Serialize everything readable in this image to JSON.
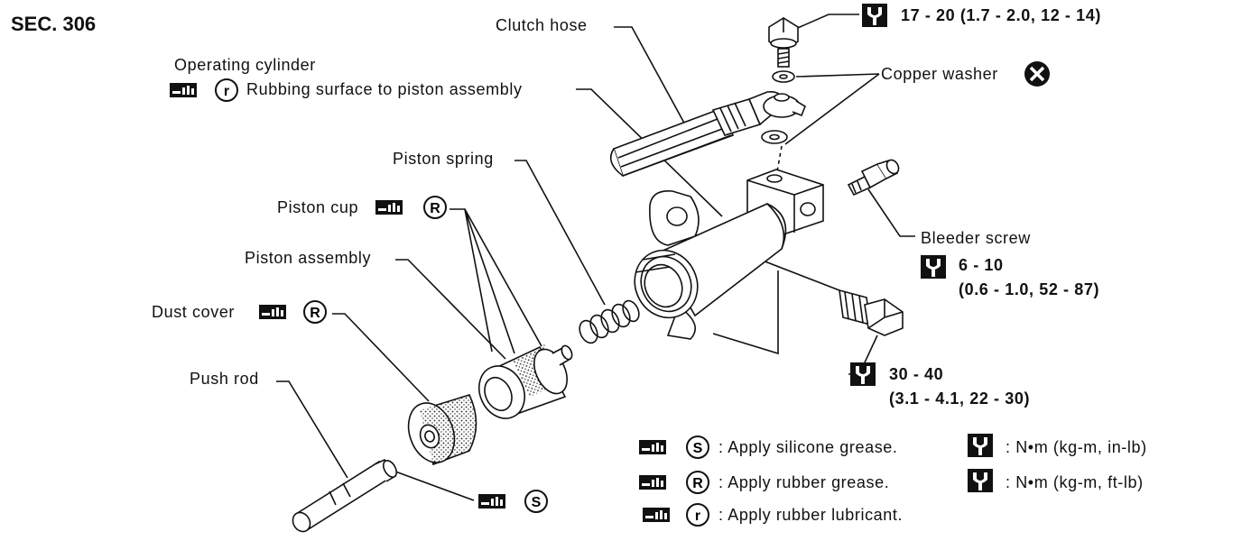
{
  "section": "SEC. 306",
  "labels": {
    "clutch_hose": "Clutch hose",
    "operating_cylinder": "Operating cylinder",
    "rubbing_surface": "Rubbing surface to piston assembly",
    "piston_spring": "Piston spring",
    "piston_cup": "Piston cup",
    "piston_assembly": "Piston assembly",
    "dust_cover": "Dust cover",
    "push_rod": "Push rod",
    "copper_washer": "Copper washer",
    "bleeder_screw": "Bleeder screw"
  },
  "torques": {
    "hose_bolt": "17 - 20 (1.7 - 2.0, 12 - 14)",
    "bleeder_line1": "6 - 10",
    "bleeder_line2": "(0.6 - 1.0, 52 - 87)",
    "mount_line1": "30 - 40",
    "mount_line2": "(3.1 - 4.1, 22 - 30)"
  },
  "symbols": {
    "r_small": "r",
    "R_big": "R",
    "S": "S"
  },
  "legend": {
    "silicone": ": Apply silicone grease.",
    "rubber_grease": ": Apply rubber grease.",
    "rubber_lube": ": Apply rubber lubricant.",
    "nm_inlb": ": N•m (kg-m, in-lb)",
    "nm_ftlb": ": N•m (kg-m, ft-lb)"
  }
}
